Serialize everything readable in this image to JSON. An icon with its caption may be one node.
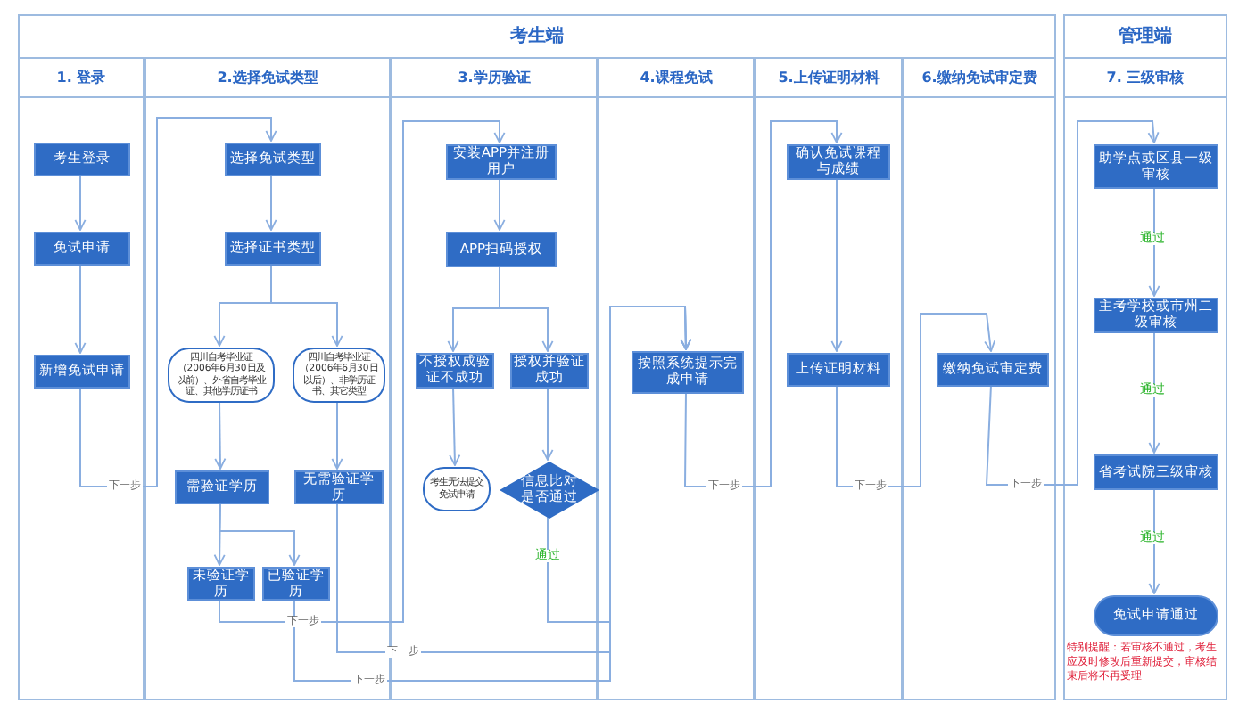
{
  "diagram": {
    "nodes": [
      {
        "text": [
          "考生端"
        ]
      },
      {
        "text": [
          "管理端"
        ]
      },
      {
        "text": [
          "1. 登录"
        ]
      },
      {
        "text": [
          "2.选择免试类型"
        ]
      },
      {
        "text": [
          "3.学历验证"
        ]
      },
      {
        "text": [
          "4.课程免试"
        ]
      },
      {
        "text": [
          "5.上传证明材料"
        ]
      },
      {
        "text": [
          "6.缴纳免试审定费"
        ]
      },
      {
        "text": [
          "7. 三级审核"
        ]
      },
      {
        "text": [
          "考生登录"
        ],
        "in": 2
      },
      {
        "text": [
          "免试申请"
        ],
        "in": 2
      },
      {
        "text": [
          "新增免试申请"
        ],
        "in": 2
      },
      {
        "text": [
          "选择免试类型"
        ],
        "in": 3
      },
      {
        "text": [
          "选择证书类型"
        ],
        "in": 3
      },
      {
        "text": [
          "四川自考毕业证（2006年6月30日及以前）、外省自考毕业证、其他学历证书"
        ],
        "in": 3
      },
      {
        "text": [
          "四川自考毕业证（2006年6月30日以后）、非学历证书、其它类型"
        ],
        "in": 3
      },
      {
        "text": [
          "需验证学历"
        ],
        "in": 3
      },
      {
        "text": [
          "无需验证学历"
        ],
        "in": 3
      },
      {
        "text": [
          "未验证学历"
        ],
        "in": 3
      },
      {
        "text": [
          "已验证学历"
        ],
        "in": 3
      },
      {
        "text": [
          "安装APP并注册用户"
        ],
        "in": 4
      },
      {
        "text": [
          "APP扫码授权"
        ],
        "in": 4
      },
      {
        "text": [
          "不授权成验证不成功"
        ],
        "in": 4
      },
      {
        "text": [
          "授权并验证成功"
        ],
        "in": 4
      },
      {
        "text": [
          "考生无法提交免试申请"
        ],
        "in": 4
      },
      {
        "text": [
          "信息比对是否通过"
        ],
        "in": 4
      },
      {
        "text": [
          "按照系统提示完成申请"
        ],
        "in": 5
      },
      {
        "text": [
          "确认免试课程与成绩"
        ],
        "in": 6
      },
      {
        "text": [
          "上传证明材料"
        ],
        "in": 6
      },
      {
        "text": [
          "缴纳免试审定费"
        ],
        "in": 7
      },
      {
        "text": [
          "助学点或区县一级审核"
        ],
        "in": 8
      },
      {
        "text": [
          "主考学校或市州二级审核"
        ],
        "in": 8
      },
      {
        "text": [
          "省考试院三级审核"
        ],
        "in": 8
      },
      {
        "text": [
          "免试申请通过"
        ],
        "in": 8
      }
    ],
    "edges": [
      {
        "from": 9,
        "to": 10,
        "arrow": "to"
      },
      {
        "from": 10,
        "to": 11,
        "arrow": "to"
      },
      {
        "from": 11,
        "to": 12,
        "arrow": "to",
        "label": "下一步"
      },
      {
        "from": 12,
        "to": 13,
        "arrow": "to"
      },
      {
        "from": 13,
        "to": 14,
        "arrow": "to"
      },
      {
        "from": 13,
        "to": 15,
        "arrow": "to"
      },
      {
        "from": 14,
        "to": 16,
        "arrow": "to"
      },
      {
        "from": 15,
        "to": 17,
        "arrow": "to"
      },
      {
        "from": 16,
        "to": 18,
        "arrow": "to"
      },
      {
        "from": 16,
        "to": 19,
        "arrow": "to"
      },
      {
        "from": 18,
        "to": 20,
        "arrow": "to",
        "label": "下一步"
      },
      {
        "from": 19,
        "to": 26,
        "arrow": "to",
        "label": "下一步"
      },
      {
        "from": 17,
        "to": 26,
        "arrow": "to",
        "label": "下一步"
      },
      {
        "from": 20,
        "to": 21,
        "arrow": "to"
      },
      {
        "from": 21,
        "to": 22,
        "arrow": "to"
      },
      {
        "from": 21,
        "to": 23,
        "arrow": "to"
      },
      {
        "from": 22,
        "to": 24,
        "arrow": "to"
      },
      {
        "from": 23,
        "to": 25,
        "arrow": "to"
      },
      {
        "from": 25,
        "to": 26,
        "arrow": "to",
        "label": "通过"
      },
      {
        "from": 26,
        "to": 27,
        "arrow": "to",
        "label": "下一步"
      },
      {
        "from": 27,
        "to": 28,
        "arrow": "to"
      },
      {
        "from": 28,
        "to": 29,
        "arrow": "to",
        "label": "下一步"
      },
      {
        "from": 29,
        "to": 30,
        "arrow": "to",
        "label": "下一步"
      },
      {
        "from": 30,
        "to": 31,
        "arrow": "to",
        "label": "通过"
      },
      {
        "from": 31,
        "to": 32,
        "arrow": "to",
        "label": "通过"
      },
      {
        "from": 32,
        "to": 33,
        "arrow": "to",
        "label": "通过"
      }
    ],
    "labels": [
      "特别提醒：若审核不通过，考生应及时修改后重新提交，审核结束后将不再受理"
    ]
  }
}
